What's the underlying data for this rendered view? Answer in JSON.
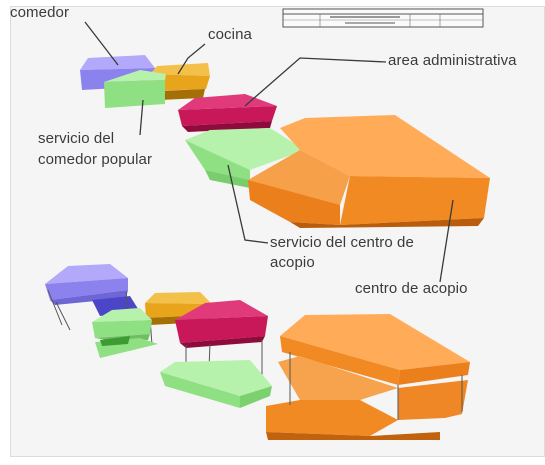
{
  "labels": {
    "comedor": "comedor",
    "cocina": "cocina",
    "area_administrativa": "area administrativa",
    "servicio_comedor": "servicio del comedor popular",
    "servicio_centro": "servicio del centro de acopio",
    "centro_acopio": "centro de acopio"
  },
  "colors": {
    "comedor": "#8c82ee",
    "cocina": "#e8a41a",
    "area_administrativa": "#c8185a",
    "servicio": "#8fe083",
    "centro_acopio": "#f59430",
    "leader_line": "#3a3a3a",
    "background": "#f5f5f5"
  }
}
